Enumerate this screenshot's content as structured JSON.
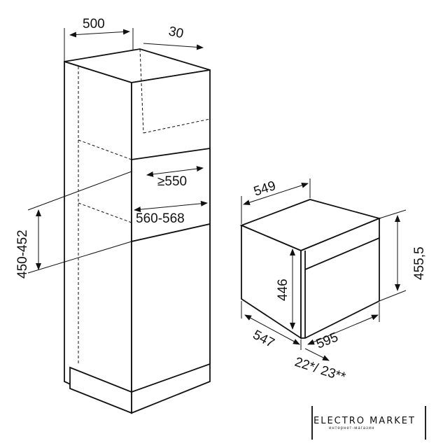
{
  "title": "Built-in oven installation dimensions",
  "dimensions": {
    "cabinet_depth": "500",
    "rear_gap": "30",
    "niche_depth": "≥550",
    "niche_width": "560-568",
    "niche_height": "450-452",
    "appliance_depth": "549",
    "appliance_height_total": "455,5",
    "appliance_body_height": "446",
    "appliance_body_depth": "547",
    "appliance_width": "595",
    "front_thickness": "22*/ 23**"
  },
  "logo": {
    "title": "ELECTRO MARKET",
    "subtitle": "интернет-магазин"
  },
  "colors": {
    "line": "#111111",
    "fill": "#ffffff"
  }
}
